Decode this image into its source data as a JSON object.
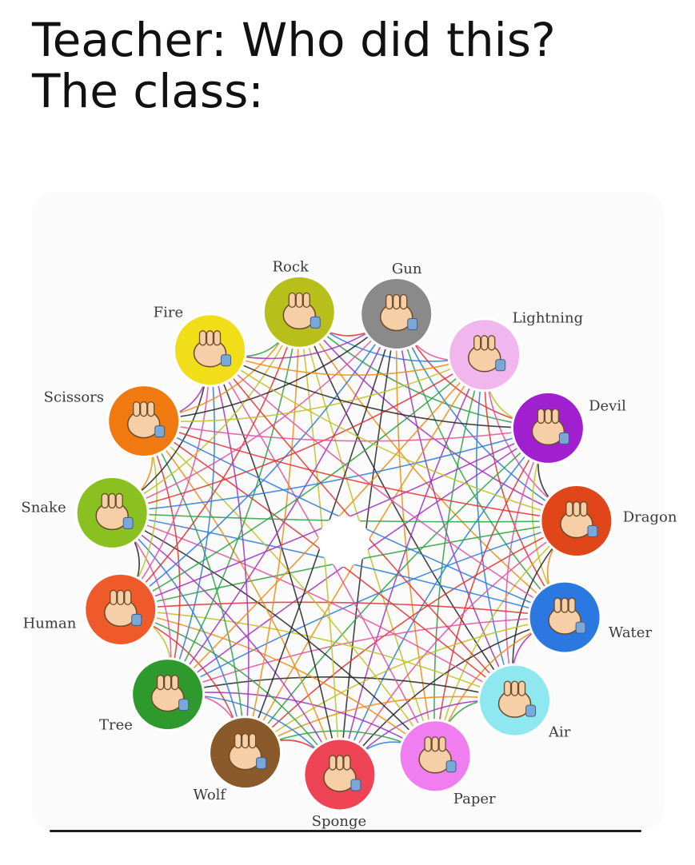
{
  "caption": {
    "line1": "Teacher: Who did this?",
    "line2": "The class:"
  },
  "diagram": {
    "nodes": [
      {
        "label": "Rock",
        "color": "#b9bf1a"
      },
      {
        "label": "Gun",
        "color": "#8a8a8a"
      },
      {
        "label": "Lightning",
        "color": "#f2b6ee"
      },
      {
        "label": "Devil",
        "color": "#a020d0"
      },
      {
        "label": "Dragon",
        "color": "#e0461a"
      },
      {
        "label": "Water",
        "color": "#2a78e0"
      },
      {
        "label": "Air",
        "color": "#8fe8f0"
      },
      {
        "label": "Paper",
        "color": "#f07ef0"
      },
      {
        "label": "Sponge",
        "color": "#ee4455"
      },
      {
        "label": "Wolf",
        "color": "#8a5a2a"
      },
      {
        "label": "Tree",
        "color": "#2e9a2e"
      },
      {
        "label": "Human",
        "color": "#ee5a2a"
      },
      {
        "label": "Snake",
        "color": "#8ac020"
      },
      {
        "label": "Scissors",
        "color": "#f07a10"
      },
      {
        "label": "Fire",
        "color": "#f2de18"
      }
    ]
  }
}
